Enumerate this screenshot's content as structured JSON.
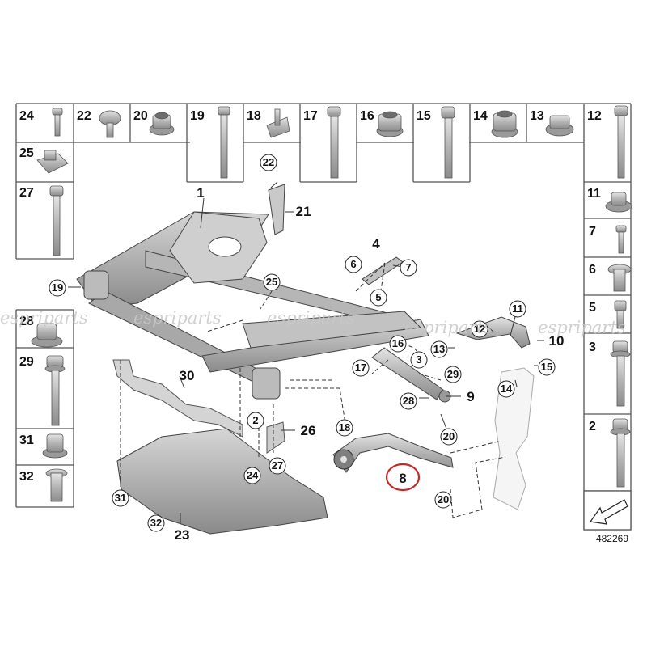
{
  "diagram_number": "482269",
  "watermark": "espriparts",
  "parts_grid": {
    "top_row": [
      "24",
      "22",
      "20",
      "19",
      "18",
      "17",
      "16",
      "15",
      "14",
      "13",
      "12"
    ],
    "left_column": [
      "25",
      "27",
      "28",
      "29",
      "31",
      "32"
    ],
    "right_column": [
      "11",
      "7",
      "6",
      "5",
      "3",
      "2"
    ]
  },
  "frame_labels": [
    "1",
    "21",
    "22",
    "4",
    "6",
    "7",
    "5",
    "25",
    "19"
  ],
  "left_labels": [
    "30",
    "2",
    "26",
    "24",
    "27",
    "31",
    "32",
    "23"
  ],
  "arm_labels": [
    "16",
    "3",
    "17",
    "18",
    "29",
    "28",
    "9",
    "20",
    "20",
    "11",
    "12",
    "13",
    "10",
    "14",
    "15"
  ],
  "highlighted_part": "8"
}
